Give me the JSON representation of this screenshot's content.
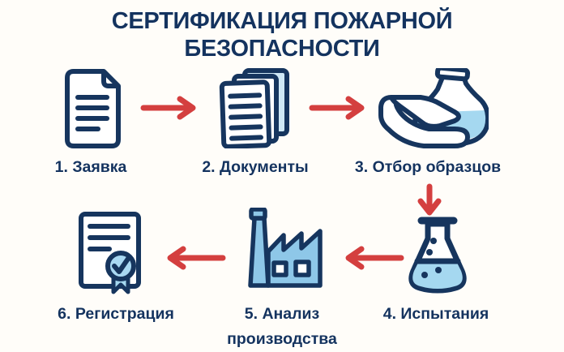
{
  "title": {
    "line1": "СЕРТИФИКАЦИЯ ПОЖАРНОЙ",
    "line2": "БЕЗОПАСНОСТИ"
  },
  "steps": [
    {
      "label": "1. Заявка",
      "icon": "application-document-icon"
    },
    {
      "label": "2. Документы",
      "icon": "documents-stack-icon"
    },
    {
      "label": "3. Отбор образцов",
      "icon": "hand-holding-flask-icon"
    },
    {
      "label": "4. Испытания",
      "icon": "test-flask-icon"
    },
    {
      "label": "5. Анализ производства",
      "lines": [
        "5. Анализ",
        "производства"
      ],
      "icon": "factory-icon"
    },
    {
      "label": "6. Регистрация",
      "icon": "certificate-seal-icon"
    }
  ],
  "colors": {
    "navy": "#16355e",
    "red": "#d43f3f",
    "light_blue": "#8ec7e8",
    "liquid_blue": "#a5d8f0",
    "pale_blue": "#cfe8f6",
    "background": "#fffdf9"
  }
}
